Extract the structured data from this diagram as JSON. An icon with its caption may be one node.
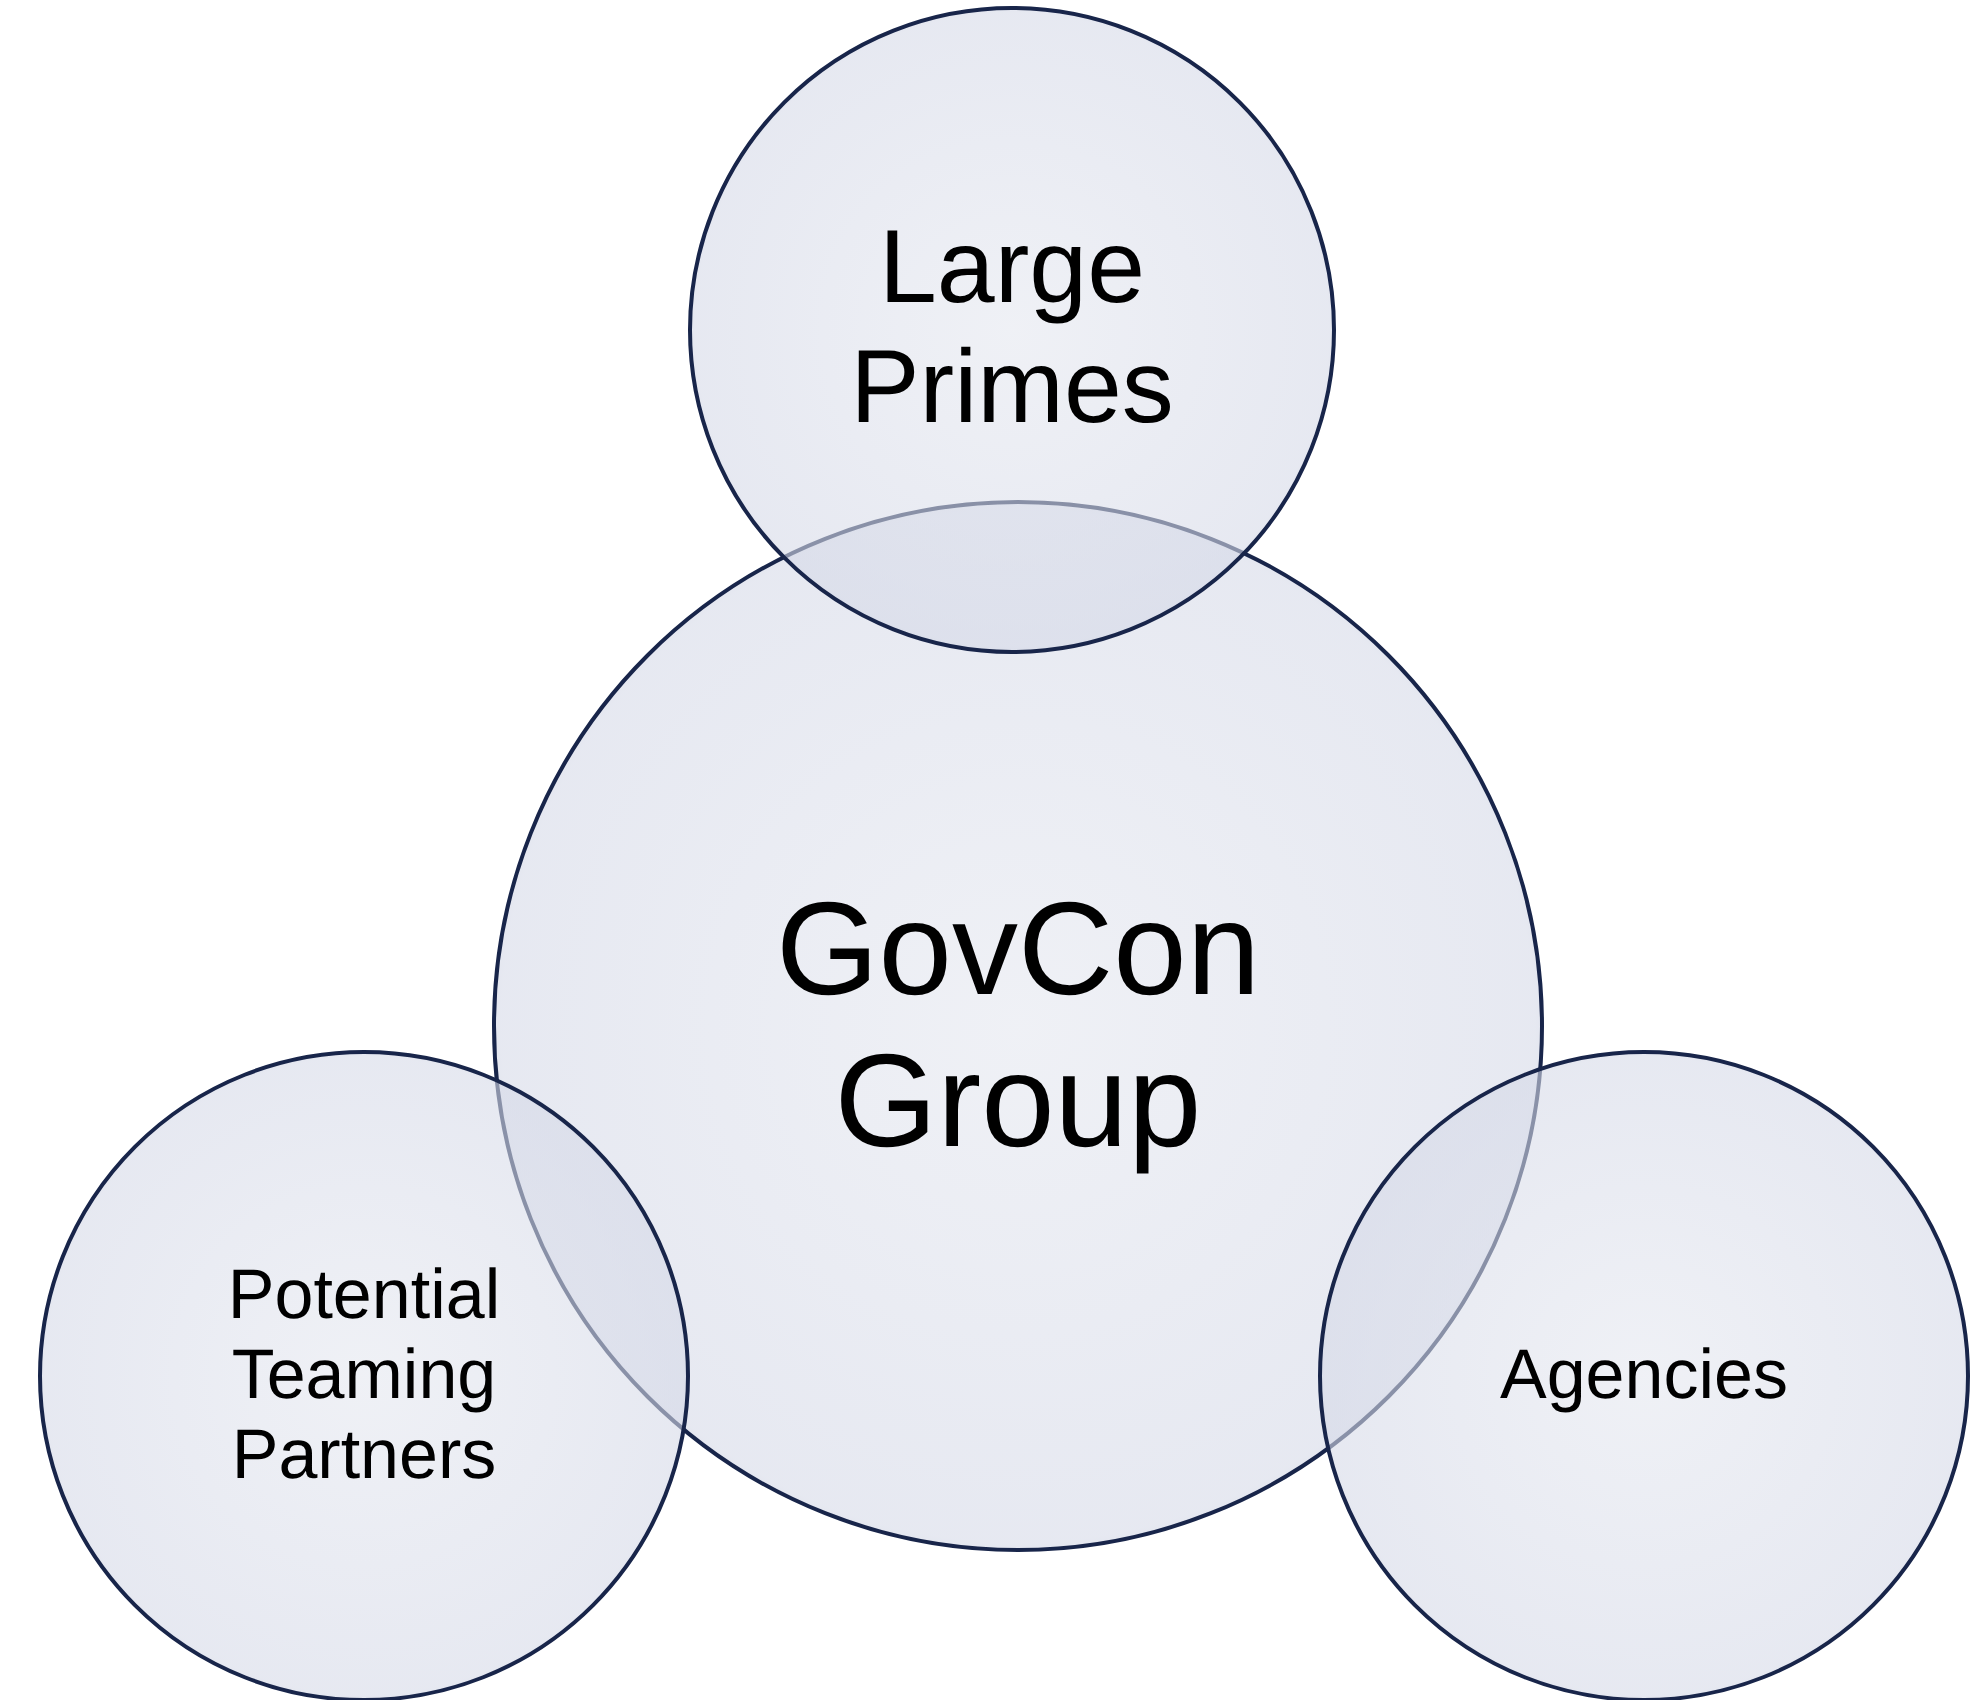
{
  "diagram": {
    "nodes": [
      {
        "text": [
          "Large Primes"
        ]
      },
      {
        "text": [
          "GovCon Group"
        ]
      },
      {
        "text": [
          "Potential Teaming Partners"
        ]
      },
      {
        "text": [
          "Agencies"
        ]
      }
    ]
  }
}
